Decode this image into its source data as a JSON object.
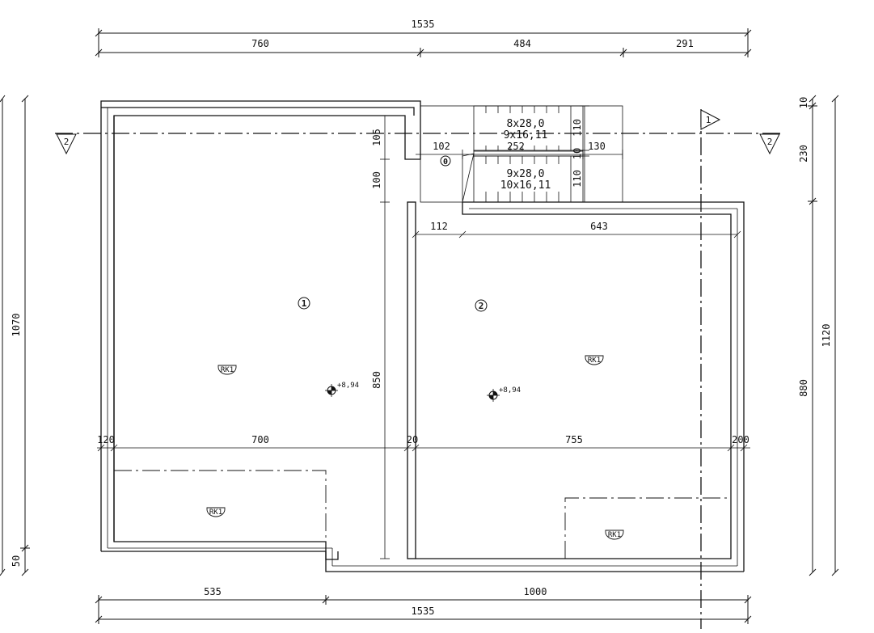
{
  "dimensions": {
    "top_total": "1535",
    "top_seg1": "760",
    "top_seg2": "484",
    "top_seg3": "291",
    "bottom_seg1": "535",
    "bottom_seg2": "1000",
    "bottom_total": "1535",
    "left_total": "1070",
    "left_small": "50",
    "right_top_small": "10",
    "right_230": "230",
    "right_880": "880",
    "right_total": "1120",
    "inner_105": "105",
    "inner_100": "100",
    "inner_850": "850",
    "inner_102": "102",
    "inner_252": "252",
    "inner_130": "130",
    "inner_112": "112",
    "inner_643": "643",
    "row_120": "120",
    "row_700": "700",
    "row_20": "20",
    "row_755": "755",
    "row_200": "200",
    "stair_v_top": "110",
    "stair_v_mid": "10",
    "stair_v_bottom": "110"
  },
  "stairs": {
    "upper_line1": "8x28,0",
    "upper_line2": "9x16,11",
    "lower_line1": "9x28,0",
    "lower_line2": "10x16,11"
  },
  "rooms": {
    "room1": "1",
    "room2": "2",
    "origin": "0"
  },
  "levels": {
    "level1": "+8,94",
    "level2": "+8,94"
  },
  "tags": {
    "rk1_a": "RK1",
    "rk1_b": "RK1",
    "rk1_c": "RK1",
    "rk1_d": "RK1"
  },
  "sections": {
    "section1_right": "1",
    "section2_left": "2",
    "section2_right": "2"
  }
}
